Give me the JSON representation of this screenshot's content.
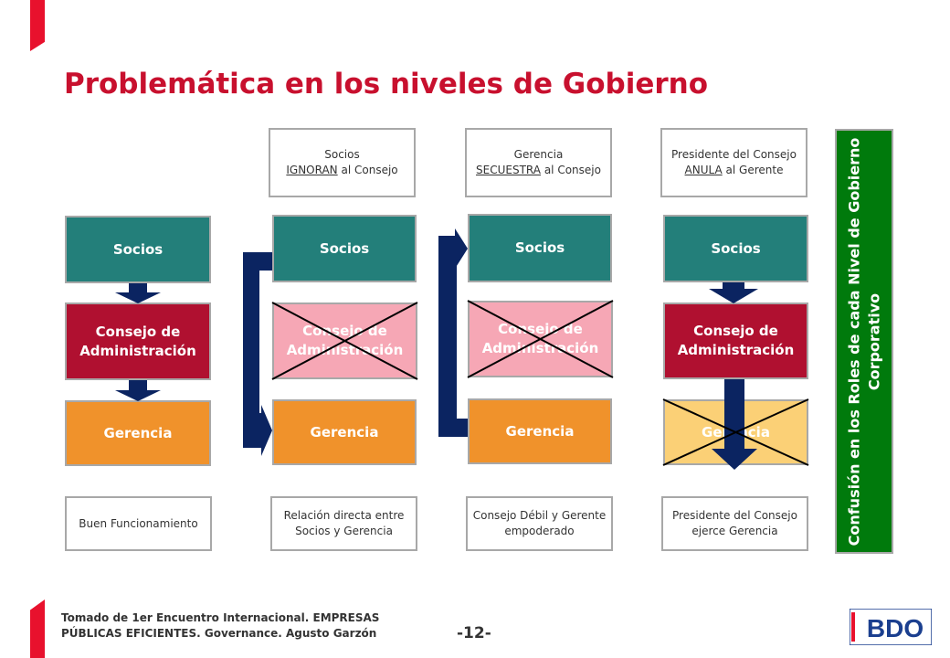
{
  "title": "Problemática en los niveles de Gobierno",
  "columns": [
    {
      "boxes": {
        "socios": "Socios",
        "consejo": "Consejo de Administración",
        "gerencia": "Gerencia"
      },
      "bottom": "Buen Funcionamiento"
    },
    {
      "top": {
        "pre": "Socios",
        "verb": "IGNORAN",
        "post": "al Consejo"
      },
      "boxes": {
        "socios": "Socios",
        "consejo": "Consejo de Administración",
        "gerencia": "Gerencia"
      },
      "bottom": "Relación directa entre Socios y Gerencia"
    },
    {
      "top": {
        "pre": "Gerencia",
        "verb": "SECUESTRA",
        "post": "al Consejo"
      },
      "boxes": {
        "socios": "Socios",
        "consejo": "Consejo de Administración",
        "gerencia": "Gerencia"
      },
      "bottom": "Consejo Débil y Gerente empoderado"
    },
    {
      "top": {
        "pre": "Presidente del Consejo",
        "verb": "ANULA",
        "post": "al Gerente"
      },
      "boxes": {
        "socios": "Socios",
        "consejo": "Consejo de Administración",
        "gerencia": "Gerencia"
      },
      "bottom": "Presidente del Consejo ejerce Gerencia"
    }
  ],
  "side_label": "Confusión en los Roles de cada Nivel de Gobierno Corporativo",
  "footer": {
    "line1": "Tomado de 1er Encuentro Internacional. EMPRESAS",
    "line2": "PÚBLICAS EFICIENTES. Governance. Agusto Garzón"
  },
  "page_number": "-12-",
  "logo_text": "BDO",
  "colors": {
    "accent": "#e8112d",
    "title": "#c8102e",
    "teal": "#237f7a",
    "red": "#b01030",
    "orange": "#f0922b",
    "pink": "#f6a7b5",
    "yellow": "#fbd076",
    "arrow": "#0b2461",
    "green": "#007a0c",
    "logo_blue": "#1b3f8f"
  }
}
